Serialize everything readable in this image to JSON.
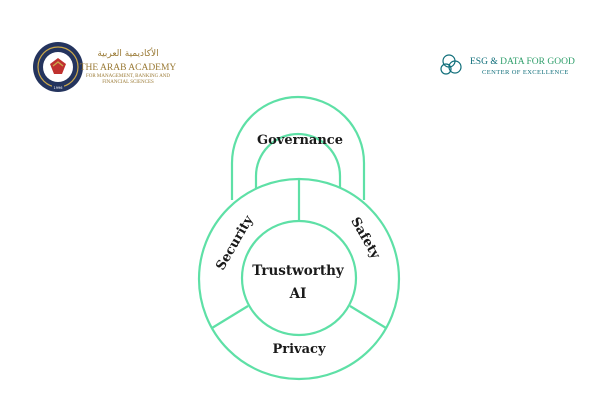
{
  "logos": {
    "academy": {
      "arabic": "الأكاديمية العربية",
      "name": "THE ARAB ACADEMY",
      "sub1": "FOR MANAGEMENT, BANKING AND",
      "sub2": "FINANCIAL SCIENCES",
      "seal_year": "1996"
    },
    "esg": {
      "title_part1": "ESG & ",
      "title_part2": "DATA FOR GOOD",
      "subtitle": "CENTER OF EXCELLENCE"
    }
  },
  "diagram": {
    "top": "Governance",
    "left": "Security",
    "right": "Safety",
    "bottom": "Privacy",
    "center_line1": "Trustworthy",
    "center_line2": "AI"
  },
  "colors": {
    "stroke": "#5ee0a6",
    "gold": "#9a7a35",
    "teal": "#0f6e7a",
    "seal_blue": "#24345e"
  }
}
